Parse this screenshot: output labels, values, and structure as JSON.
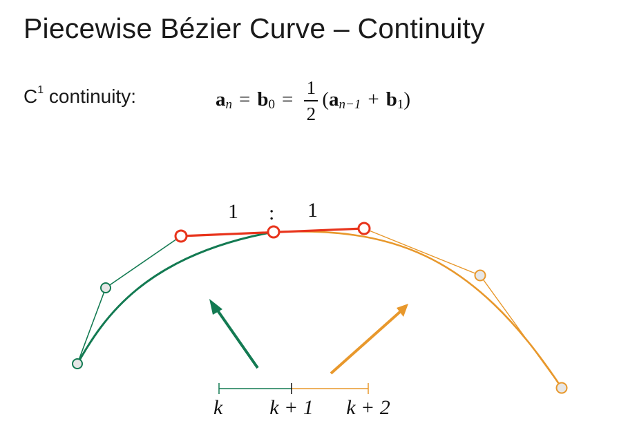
{
  "slide": {
    "title": "Piecewise Bézier Curve – Continuity",
    "label_prefix": "C",
    "label_sup": "1",
    "label_suffix": " continuity:"
  },
  "equation": {
    "lhs": "a",
    "lhs_sub": "n",
    "eq1": "=",
    "mid": "b",
    "mid_sub": "0",
    "eq2": "=",
    "frac_num": "1",
    "frac_den": "2",
    "open": "(",
    "t1": "a",
    "t1_sub": "n−1",
    "plus": "+",
    "t2": "b",
    "t2_sub": "1",
    "close": ")"
  },
  "diagram": {
    "ratio_left": "1",
    "ratio_sep": ":",
    "ratio_right": "1",
    "axis_labels": [
      "k",
      "k + 1",
      "k + 2"
    ],
    "colors": {
      "green": "#137a52",
      "orange": "#e8982c",
      "red": "#e8341c",
      "point_fill": "#e6e6e6"
    }
  }
}
